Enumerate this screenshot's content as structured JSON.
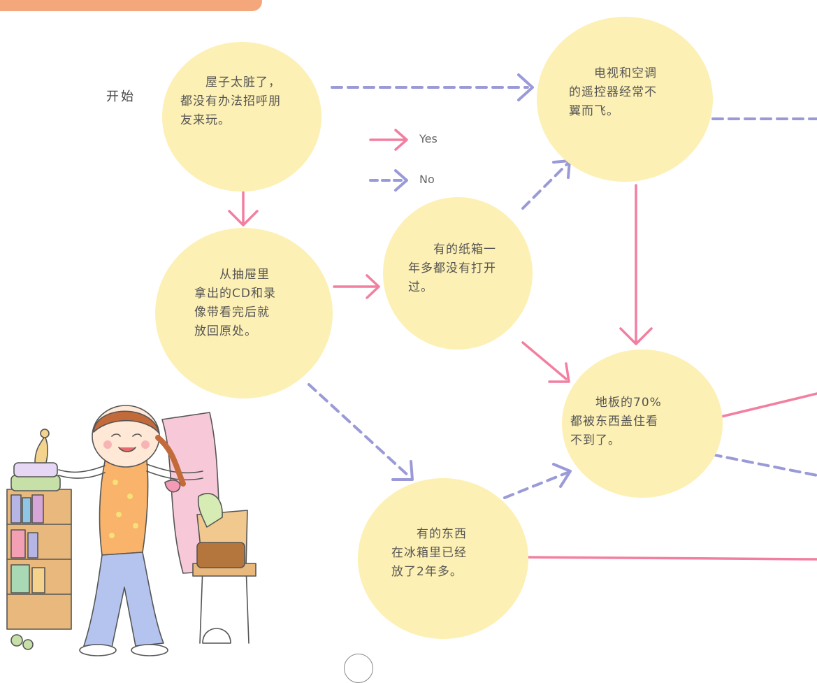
{
  "start_label": "开始",
  "legend": {
    "yes_label": "Yes",
    "no_label": "No"
  },
  "nodes": {
    "dirty_room": {
      "text": "　　屋子太脏了，\n都没有办法招呼朋\n友来玩。"
    },
    "remote": {
      "text": "　　电视和空调\n的遥控器经常不\n翼而飞。"
    },
    "cd_drawer": {
      "text": "　　从抽屉里\n拿出的CD和录\n像带看完后就\n放回原处。"
    },
    "boxes": {
      "text": "　　有的纸箱一\n年多都没有打开\n过。"
    },
    "floor": {
      "text": "　　地板的70%\n都被东西盖住看\n不到了。"
    },
    "fridge": {
      "text": "　　有的东西\n在冰箱里已经\n放了2年多。"
    }
  },
  "colors": {
    "yes_arrow": "#f27fa0",
    "no_arrow": "#9a9ad8",
    "node_fill": "#fdf0b4",
    "header_tab": "#f5a77c"
  }
}
